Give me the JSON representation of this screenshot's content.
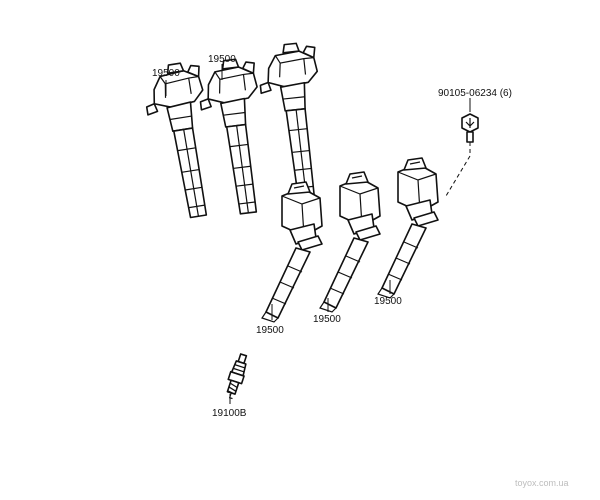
{
  "labels": {
    "coil_top_1": "19500",
    "coil_top_2": "19500",
    "coil_lower_1": "19500",
    "coil_lower_2": "19500",
    "coil_lower_3": "19500",
    "bolt": "90105-06234 (6)",
    "spark_plug": "19100B"
  },
  "watermark": "toyox.com.ua",
  "colors": {
    "line": "#111111",
    "watermark": "#bdbdbd",
    "background": "#ffffff"
  }
}
